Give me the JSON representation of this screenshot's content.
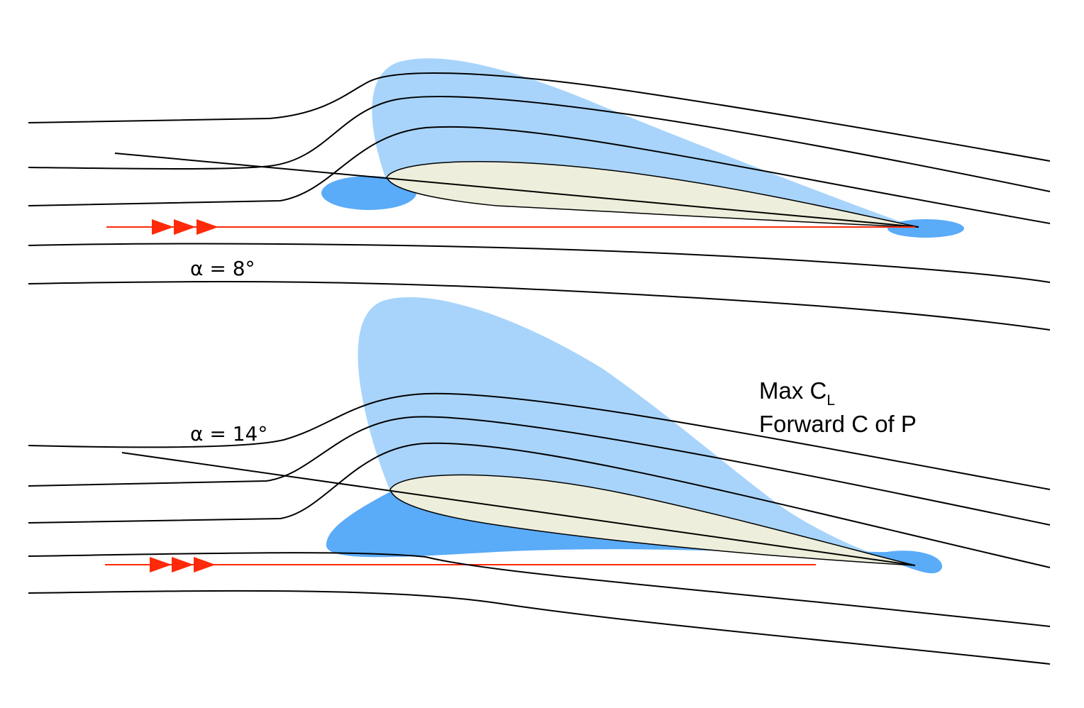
{
  "colors": {
    "suction": "#a8d4fb",
    "pressure": "#5aabf8",
    "airfoil": "#eeeedc",
    "flow_arrow": "#ff2a0a"
  },
  "top_panel": {
    "alpha_label": "α =  8°"
  },
  "bottom_panel": {
    "alpha_label": "α =  14°"
  },
  "annotation": {
    "line1_main": "Max C",
    "line1_sub": "L",
    "line2": "Forward C of P"
  }
}
